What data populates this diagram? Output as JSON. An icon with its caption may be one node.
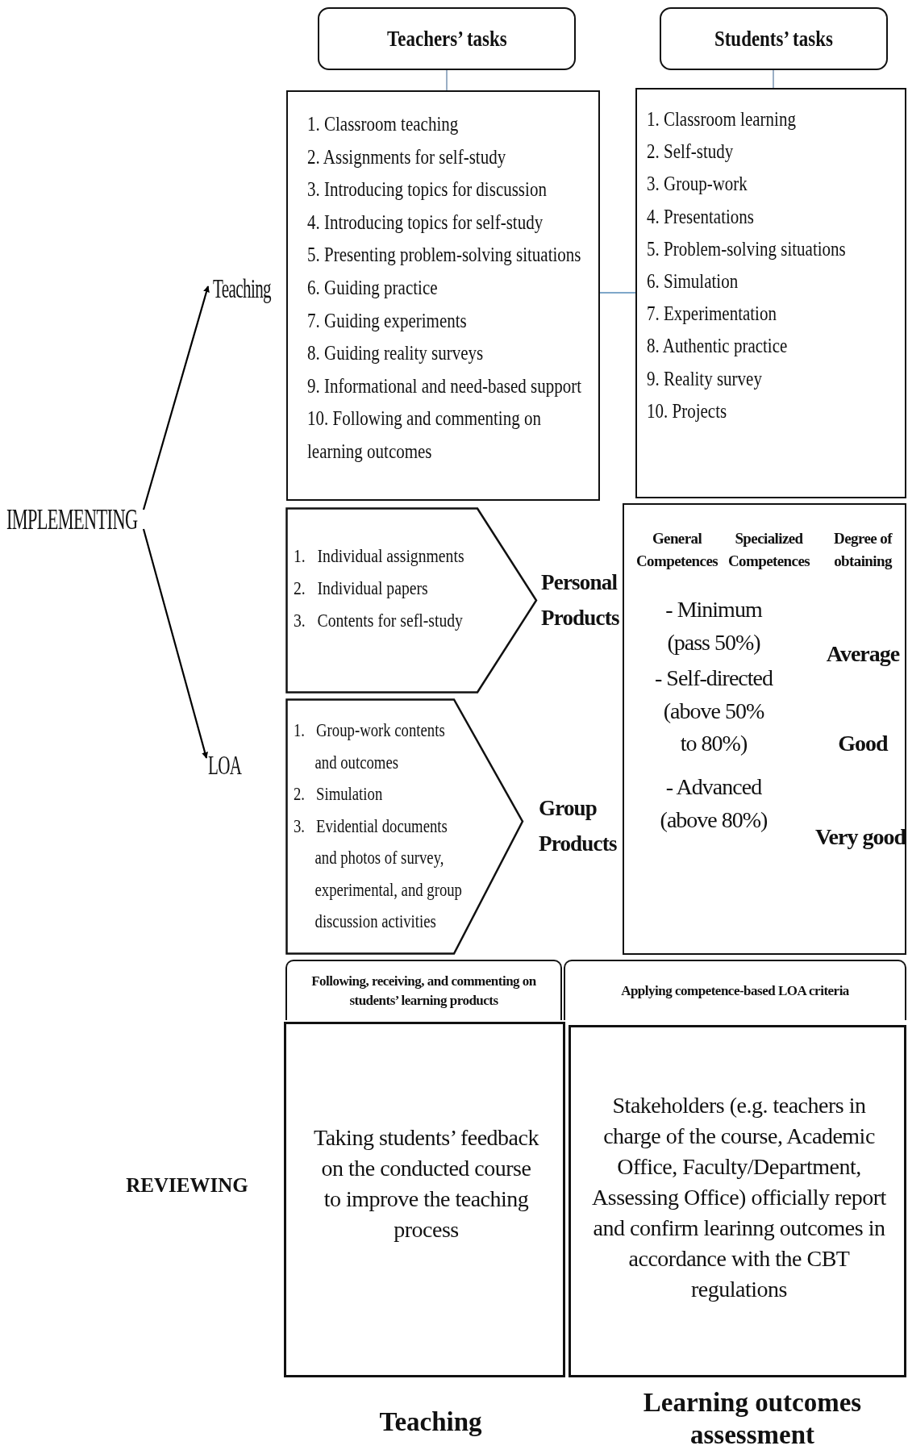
{
  "diagram": {
    "nodes": [
      {
        "text": [
          "Teachers’ tasks"
        ]
      },
      {
        "text": [
          "Students’ tasks"
        ]
      },
      {
        "text": [
          "1. Classroom teaching",
          "2. Assignments for self-study",
          "3. Introducing topics for discussion",
          "4. Introducing topics for self-study",
          "5. Presenting problem-solving situations",
          "6. Guiding practice",
          "7. Guiding experiments",
          "8. Guiding reality surveys",
          "9. Informational and need-based support",
          "10. Following and commenting on learning outcomes"
        ]
      },
      {
        "text": [
          "1. Classroom learning",
          "2. Self-study",
          "3. Group-work",
          "4. Presentations",
          "5. Problem-solving situations",
          "6. Simulation",
          "7. Experimentation",
          "8. Authentic practice",
          "9. Reality survey",
          "10. Projects"
        ]
      },
      {
        "text": [
          "IMPLEMENTING"
        ]
      },
      {
        "text": [
          "Teaching"
        ]
      },
      {
        "text": [
          "LOA"
        ]
      },
      {
        "text": [
          "1. Individual assignments",
          "2. Individual papers",
          "3. Contents for sefl-study"
        ],
        "beside": [
          "Personal Products"
        ]
      },
      {
        "text": [
          "1. Group-work contents and outcomes",
          "2. Simulation",
          "3. Evidential documents and photos of survey, experimental, and group discussion activities"
        ],
        "beside": [
          "Group Products"
        ]
      },
      {
        "text": [
          "General Competences",
          "Specialized Competences",
          "Degree of obtaining",
          "- Minimum (pass 50%)",
          "- Self-directed (above 50% to 80%)",
          "- Advanced (above 80%)",
          "Average",
          "Good",
          "Very good"
        ]
      },
      {
        "text": [
          "Following, receiving, and commenting on students’ learning products"
        ]
      },
      {
        "text": [
          "Applying competence-based LOA criteria"
        ]
      },
      {
        "text": [
          "Taking students’ feedback on the conducted course to improve the teaching process"
        ]
      },
      {
        "text": [
          "Stakeholders (e.g. teachers in charge of the course, Academic Office, Faculty/Department, Assessing Office) officially report and confirm learinng outcomes in accordance with the CBT regulations"
        ]
      }
    ],
    "edges": [
      {
        "from": 0,
        "to": 2,
        "arrow": "none",
        "color": "#8fa6bf"
      },
      {
        "from": 1,
        "to": 3,
        "arrow": "none",
        "color": "#8fa6bf"
      },
      {
        "from": 2,
        "to": 3,
        "arrow": "none",
        "color": "#7fa7c9"
      },
      {
        "from": 4,
        "to": 5,
        "arrow": "to",
        "color": "#000000"
      },
      {
        "from": 4,
        "to": 6,
        "arrow": "to",
        "color": "#000000"
      }
    ],
    "labels": [
      "REVIEWING",
      "Teaching",
      "Learning outcomes assessment"
    ]
  }
}
